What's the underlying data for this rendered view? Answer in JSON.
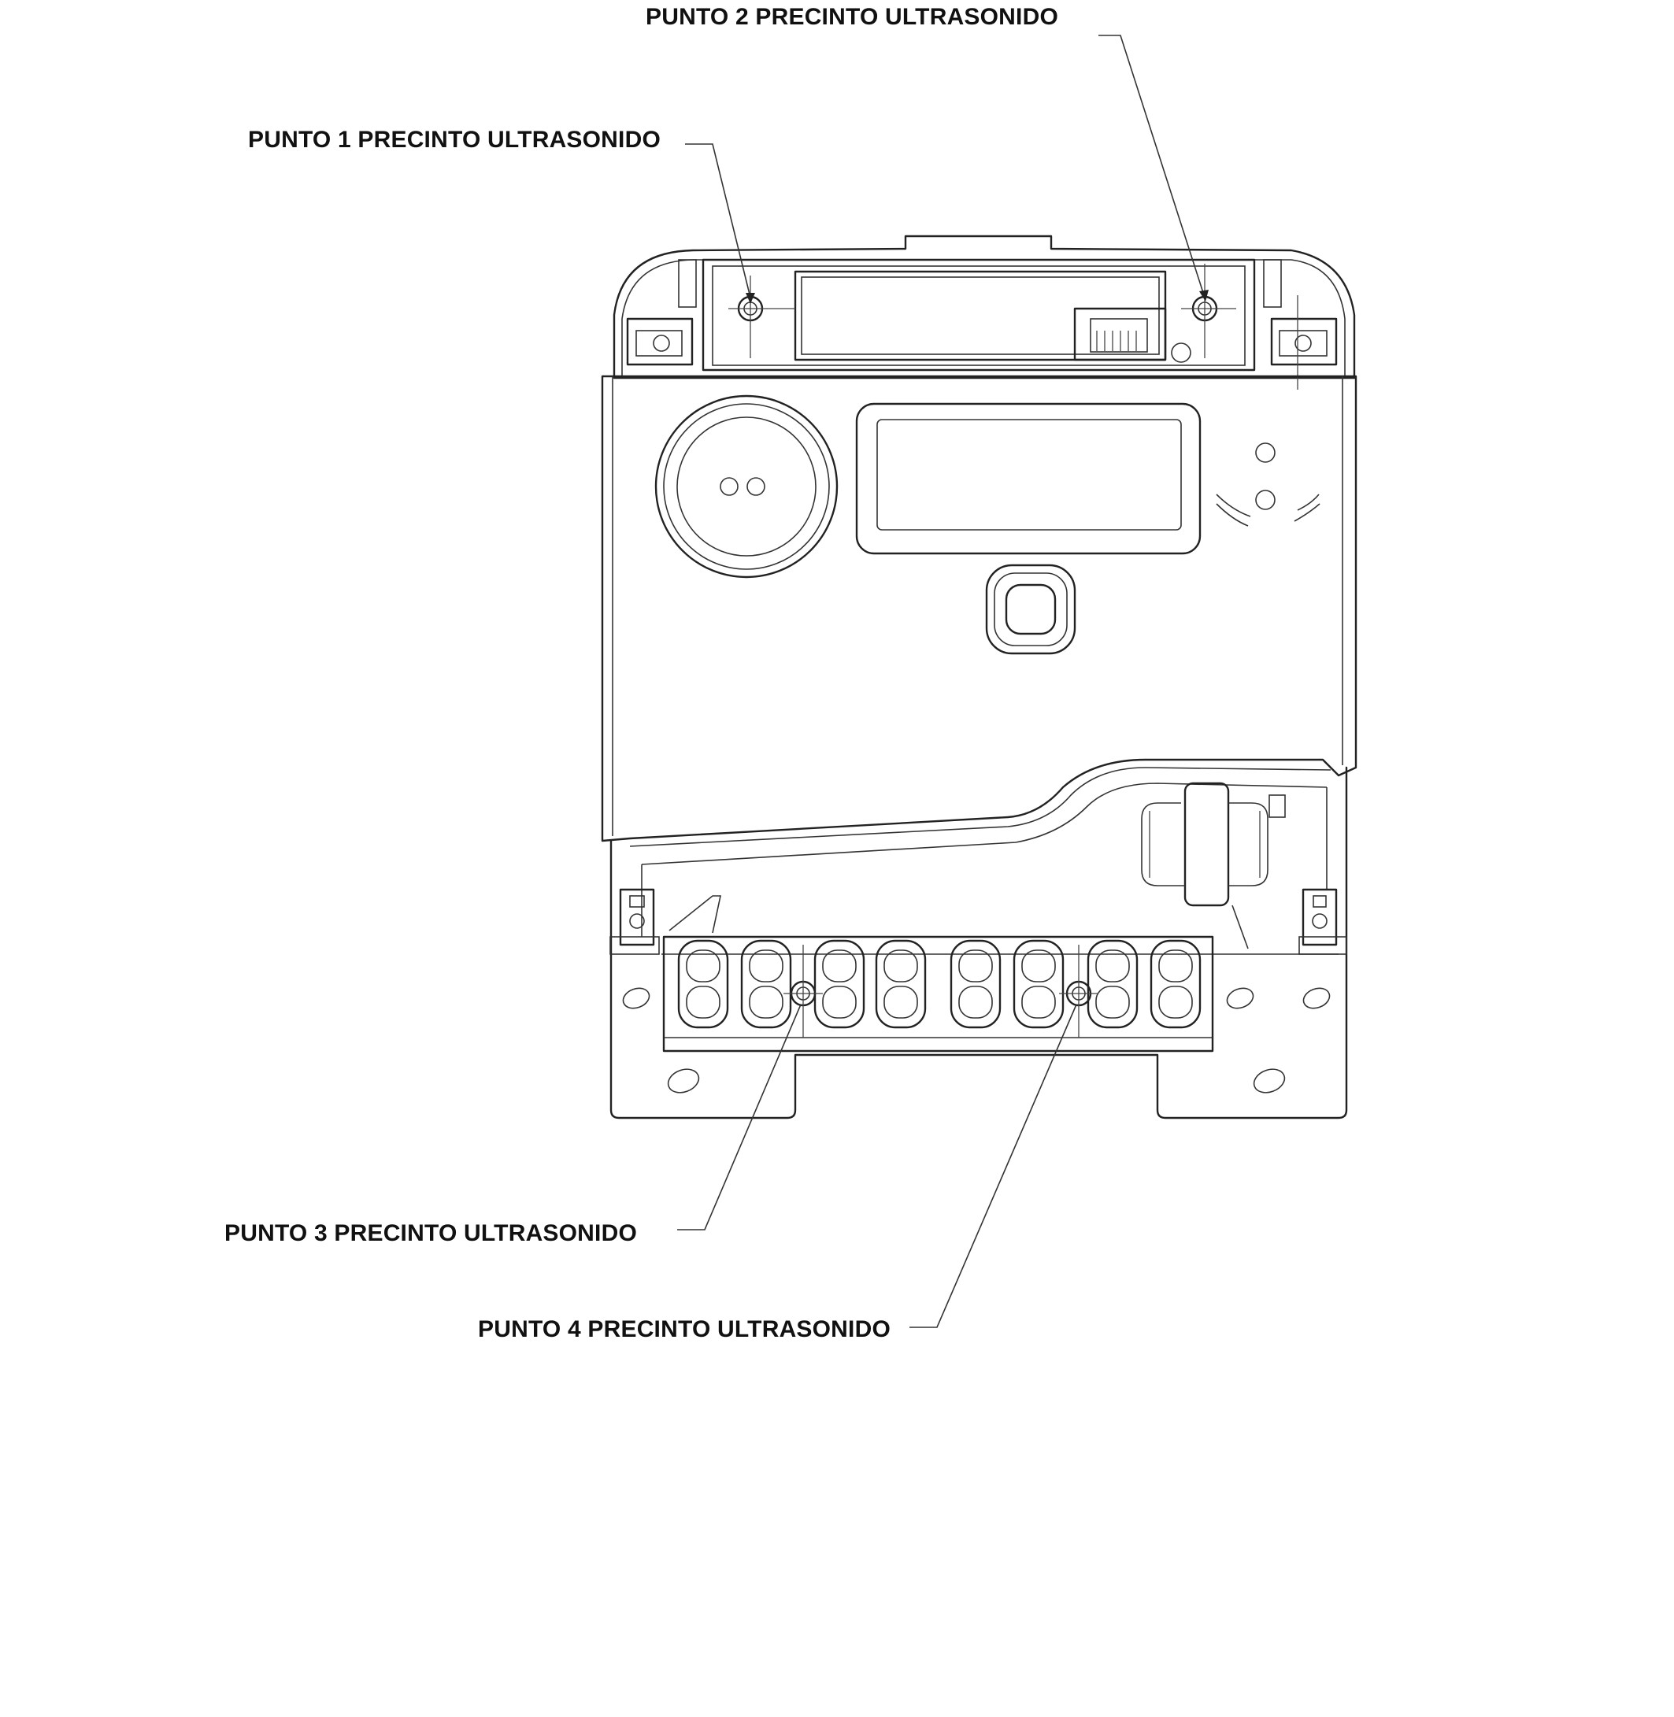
{
  "callouts": [
    {
      "id": 1,
      "label": "PUNTO 1 PRECINTO ULTRASONIDO"
    },
    {
      "id": 2,
      "label": "PUNTO 2 PRECINTO ULTRASONIDO"
    },
    {
      "id": 3,
      "label": "PUNTO 3 PRECINTO ULTRASONIDO"
    },
    {
      "id": 4,
      "label": "PUNTO 4 PRECINTO ULTRASONIDO"
    }
  ]
}
